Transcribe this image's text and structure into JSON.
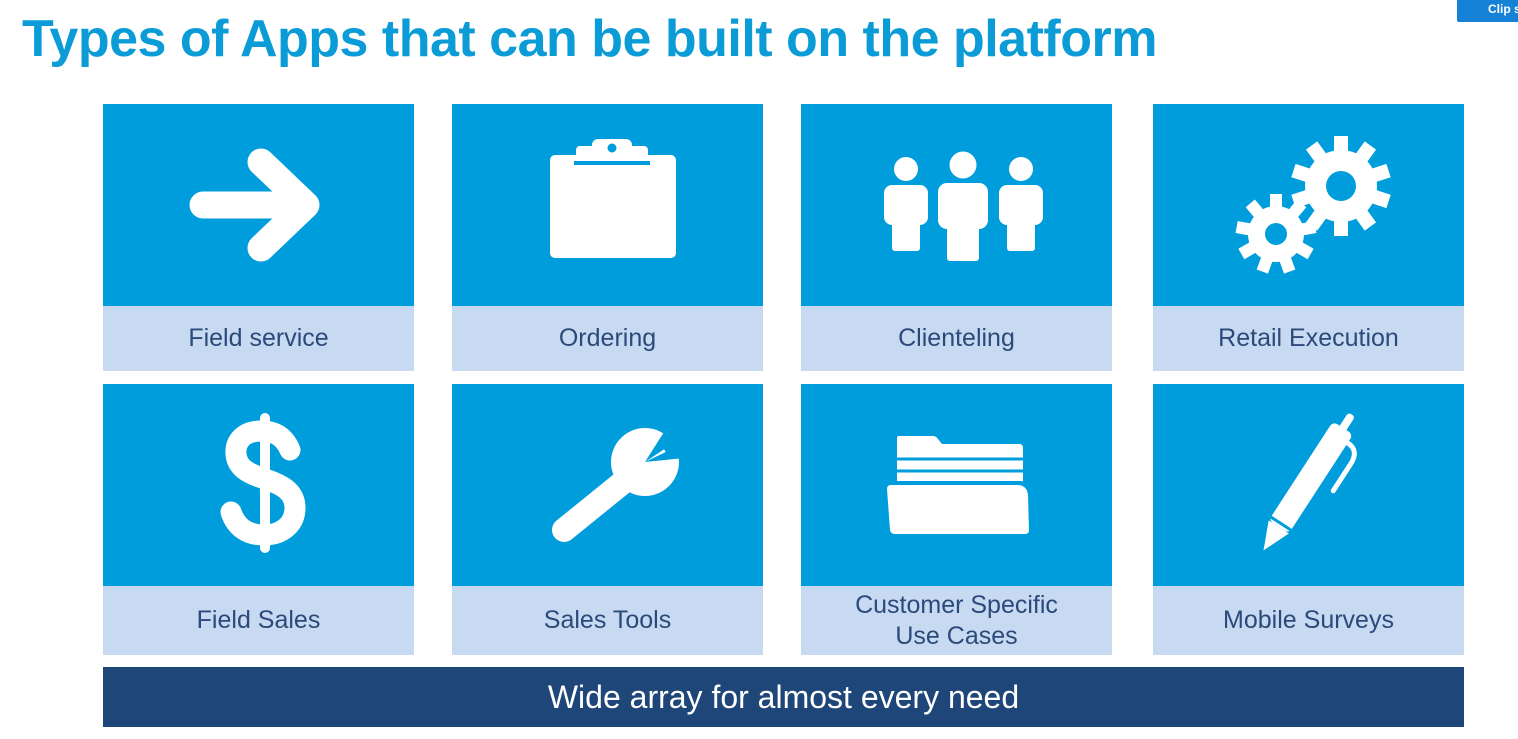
{
  "header": {
    "title": "Types of Apps that can be built on the platform",
    "clip_button_label": "Clip s"
  },
  "colors": {
    "title": "#0b9bd7",
    "tile_icon_bg": "#009ddc",
    "tile_label_bg": "#c8daf2",
    "tile_label_text": "#2b4a7a",
    "banner_bg": "#1f4678",
    "clip_button_bg": "#1582d8"
  },
  "tiles": [
    {
      "label": "Field service",
      "icon": "arrow-right-icon"
    },
    {
      "label": "Ordering",
      "icon": "clipboard-icon"
    },
    {
      "label": "Clienteling",
      "icon": "people-group-icon"
    },
    {
      "label": "Retail Execution",
      "icon": "gears-icon"
    },
    {
      "label": "Field Sales",
      "icon": "dollar-sign-icon"
    },
    {
      "label": "Sales Tools",
      "icon": "wrench-icon"
    },
    {
      "label": "Customer Specific\nUse Cases",
      "icon": "folder-icon"
    },
    {
      "label": "Mobile Surveys",
      "icon": "pen-icon"
    }
  ],
  "banner": {
    "text": "Wide array for almost every need"
  }
}
